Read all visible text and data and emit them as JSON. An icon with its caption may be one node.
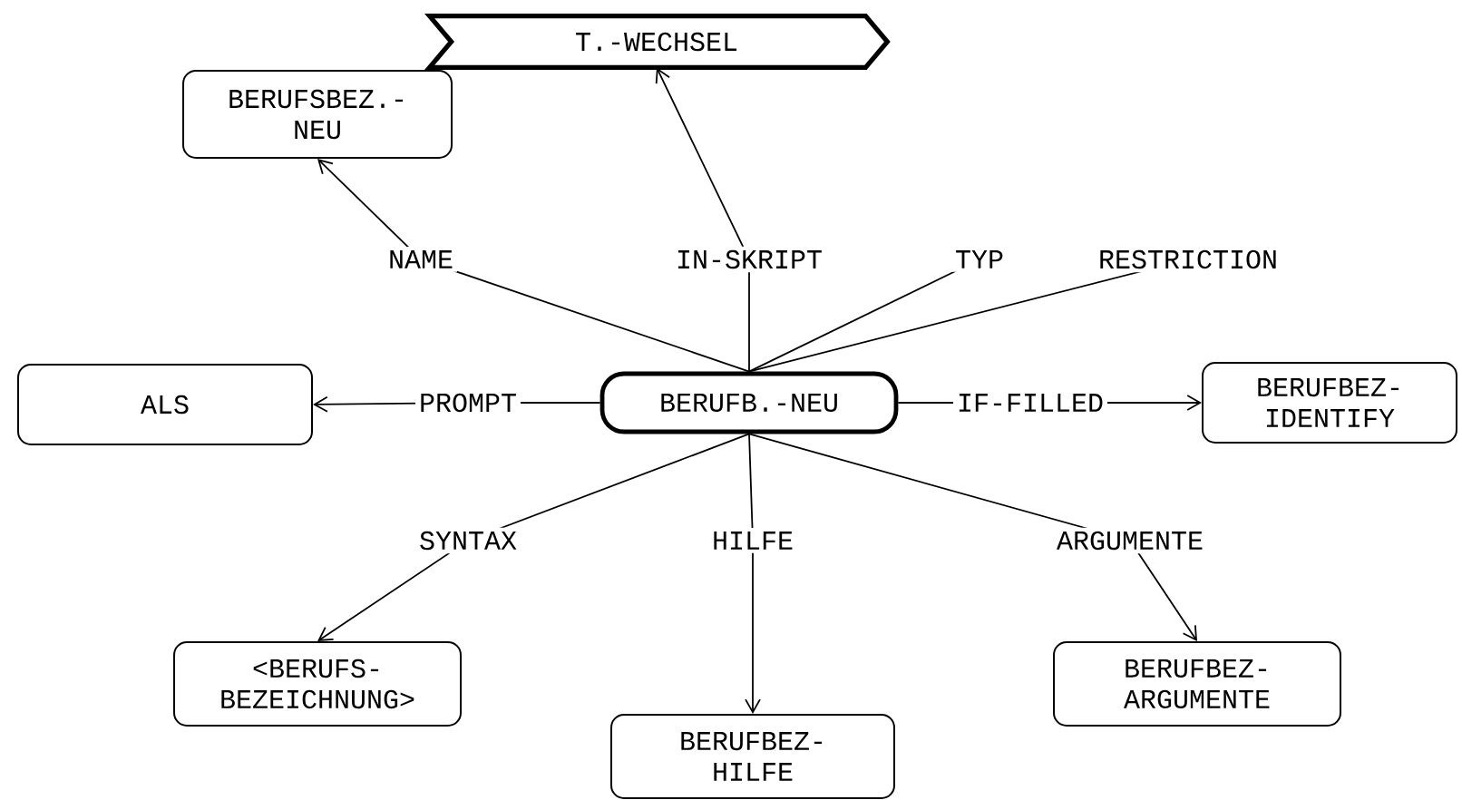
{
  "diagram": {
    "nodes": [
      {
        "text": [
          "T.-WECHSEL"
        ]
      },
      {
        "text": [
          "BERUFSBEZ.- NEU"
        ]
      },
      {
        "text": [
          "ALS"
        ]
      },
      {
        "text": [
          "BERUFB.-NEU"
        ]
      },
      {
        "text": [
          "BERUFBEZ- IDENTIFY"
        ]
      },
      {
        "text": [
          "<BERUFS- BEZEICHNUNG>"
        ]
      },
      {
        "text": [
          "BERUFBEZ- HILFE"
        ]
      },
      {
        "text": [
          "BERUFBEZ- ARGUMENTE"
        ]
      }
    ],
    "edges": [
      {
        "from": 3,
        "to": 0,
        "arrow": "to",
        "label": "IN-SKRIPT"
      },
      {
        "from": 3,
        "to": 1,
        "arrow": "to",
        "label": "NAME"
      },
      {
        "from": 3,
        "to": null,
        "arrow": "none",
        "label": "TYP"
      },
      {
        "from": 3,
        "to": null,
        "arrow": "none",
        "label": "RESTRICTION"
      },
      {
        "from": 3,
        "to": 2,
        "arrow": "to",
        "label": "PROMPT"
      },
      {
        "from": 3,
        "to": 4,
        "arrow": "to",
        "label": "IF-FILLED"
      },
      {
        "from": 3,
        "to": 5,
        "arrow": "to",
        "label": "SYNTAX"
      },
      {
        "from": 3,
        "to": 6,
        "arrow": "to",
        "label": "HILFE"
      },
      {
        "from": 3,
        "to": 7,
        "arrow": "to",
        "label": "ARGUMENTE"
      }
    ]
  }
}
